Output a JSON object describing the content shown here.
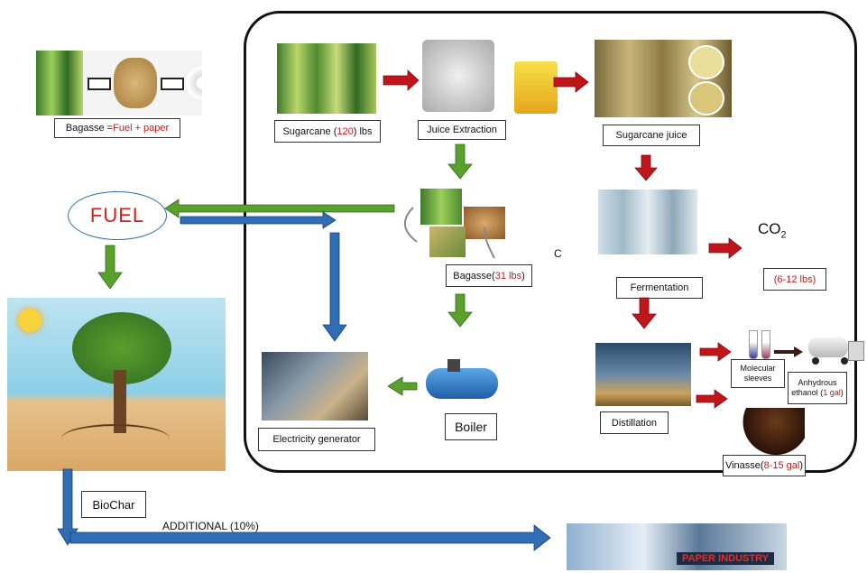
{
  "bagasse_box": {
    "pre": "Bagasse = ",
    "highlight": "Fuel + paper"
  },
  "fuel": {
    "label": "FUEL"
  },
  "sugarcane": {
    "pre": "Sugarcane (",
    "value": "120",
    "post": ") lbs"
  },
  "juice_extraction": {
    "label": "Juice Extraction"
  },
  "sugarcane_juice": {
    "label": "Sugarcane juice"
  },
  "bagasse_mid": {
    "pre": "Bagasse(",
    "value": "31 lbs",
    "post": ")"
  },
  "letter_c": "C",
  "fermentation": {
    "label": "Fermentation"
  },
  "co2": {
    "label": "CO",
    "sub": "2",
    "amount": "(6-12 lbs)"
  },
  "molecular_sleeves": {
    "line1": "Molecular",
    "line2": "sleeves"
  },
  "anhydrous": {
    "line1": "Anhydrous",
    "line2_pre": "ethanol (",
    "value": "1 gal",
    "line2_post": ")"
  },
  "distillation": {
    "label": "Distillation"
  },
  "vinasse": {
    "pre": "Vinasse(",
    "value": "8-15 gal",
    "post": " )"
  },
  "boiler": {
    "label": "Boiler"
  },
  "electricity": {
    "label": "Electricity generator"
  },
  "biochar": {
    "label": "BioChar"
  },
  "additional": {
    "label": "ADDITIONAL (10%)"
  },
  "paper_industry": {
    "label": "PAPER INDUSTRY"
  },
  "colors": {
    "red_arrow": "#c0161b",
    "green_arrow": "#5aa02c",
    "blue_arrow": "#2f6db5",
    "highlight_text": "#b22222"
  }
}
